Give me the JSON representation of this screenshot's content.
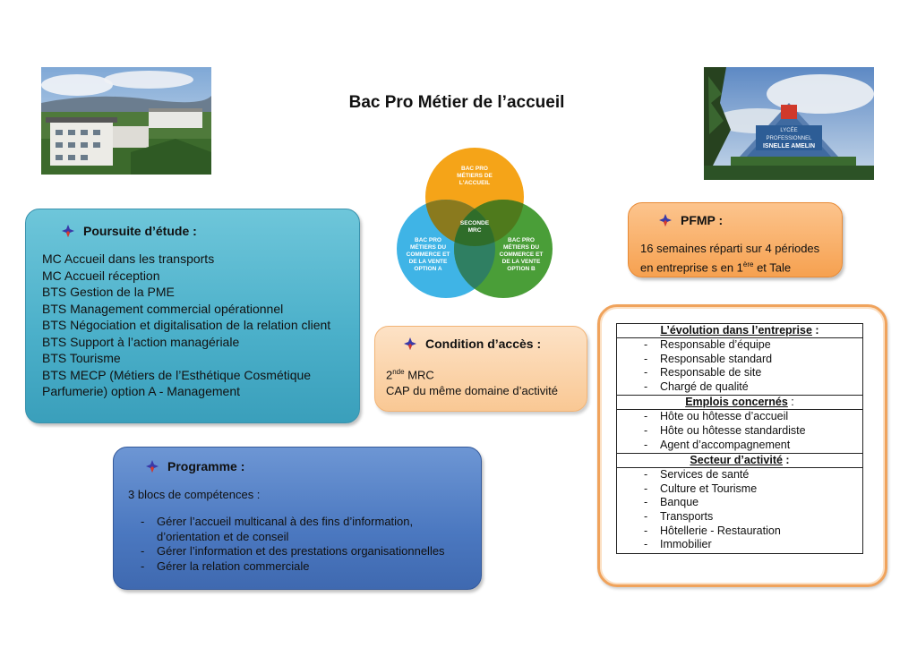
{
  "title": "Bac Pro Métier de l’accueil",
  "venn": {
    "top": [
      "BAC PRO",
      "MÉTIERS DE",
      "L'ACCUEIL"
    ],
    "left": [
      "BAC PRO",
      "MÉTIERS DU",
      "COMMERCE ET",
      "DE LA VENTE",
      "OPTION A"
    ],
    "right": [
      "BAC PRO",
      "MÉTIERS DU",
      "COMMERCE ET",
      "DE LA VENTE",
      "OPTION B"
    ],
    "center": [
      "SECONDE",
      "MRC"
    ],
    "colors": {
      "top": "#f5a418",
      "left": "#3fb4e6",
      "right": "#4a9e38",
      "overlap": "#2f6d2a"
    }
  },
  "poursuite": {
    "heading": "Poursuite d’étude :",
    "items": [
      "MC Accueil dans les transports",
      "MC Accueil réception",
      "BTS Gestion de la PME",
      "BTS Management commercial opérationnel",
      "BTS Négociation et digitalisation de la relation client",
      "BTS Support à l’action managériale",
      "BTS Tourisme",
      "BTS MECP (Métiers de l’Esthétique Cosmétique",
      "Parfumerie) option A - Management"
    ]
  },
  "programme": {
    "heading": "Programme :",
    "intro": "3 blocs de compétences :",
    "items": [
      {
        "line1": "Gérer l’accueil multicanal à des fins d’information,",
        "line2": "d’orientation et de conseil"
      },
      {
        "line1": "Gérer l’information et des prestations organisationnelles",
        "line2": ""
      },
      {
        "line1": "Gérer la relation commerciale",
        "line2": ""
      }
    ],
    "dash": "-"
  },
  "condition": {
    "heading": "Condition d’accès :",
    "line1_base": "2",
    "line1_sup": "nde",
    "line1_rest": " MRC",
    "line2": "CAP du même domaine d’activité"
  },
  "pfmp": {
    "heading": "PFMP :",
    "line1": "16 semaines réparti sur 4 périodes",
    "line2_pre": "en entreprise s en 1",
    "line2_sup": "ère",
    "line2_post": " et Tale"
  },
  "evolution": {
    "sections": [
      {
        "heading": "L’évolution dans l’entreprise",
        "suffix": " :",
        "items": [
          "Responsable d’équipe",
          "Responsable standard",
          "Responsable de site",
          "Chargé de qualité"
        ]
      },
      {
        "heading": "Emplois concernés",
        "suffix": " :",
        "items": [
          "Hôte ou hôtesse d’accueil",
          "Hôte ou hôtesse standardiste",
          "Agent d’accompagnement"
        ]
      },
      {
        "heading": "Secteur d’activité",
        "suffix": " :",
        "items": [
          "Services de santé",
          "Culture et Tourisme",
          "Banque",
          "Transports",
          "Hôtellerie - Restauration",
          "Immobilier"
        ]
      }
    ],
    "dash": "-"
  },
  "photo_right_sign": [
    "LYCÉE",
    "PROFESSIONNEL",
    "ISNELLE AMELIN"
  ]
}
